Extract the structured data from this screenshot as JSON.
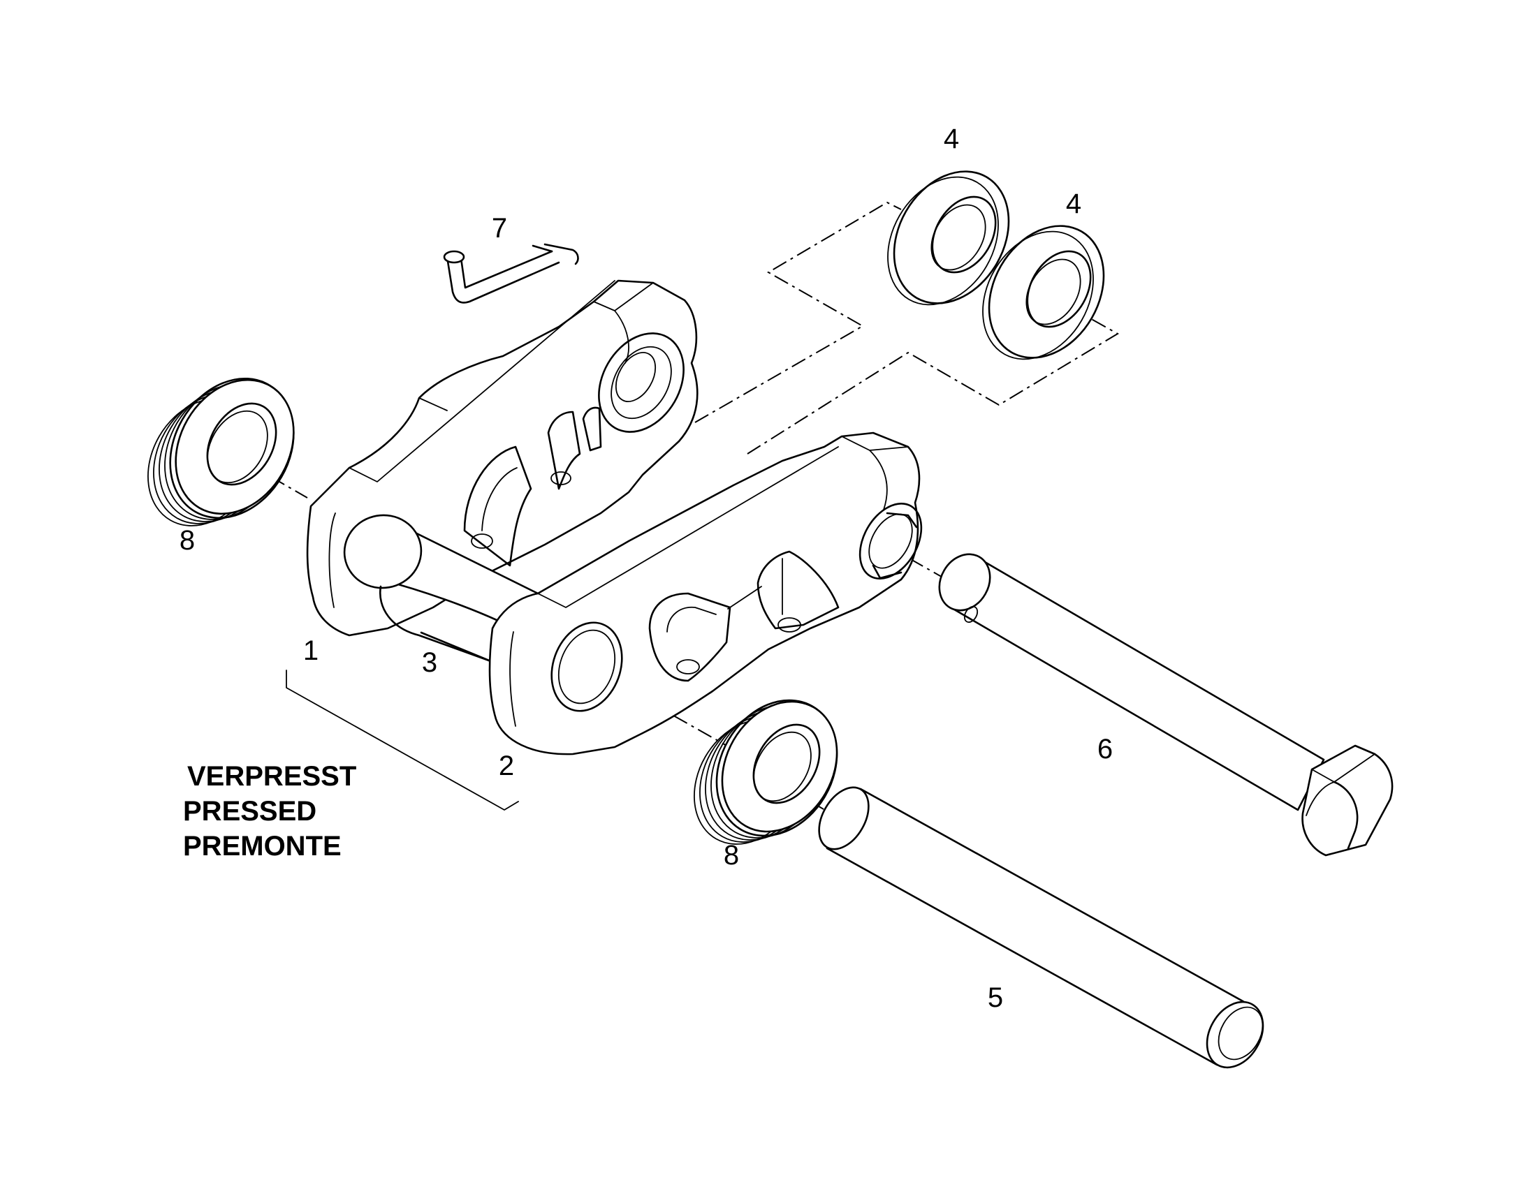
{
  "callouts": {
    "c1": "1",
    "c2": "2",
    "c3": "3",
    "c4a": "4",
    "c4b": "4",
    "c5": "5",
    "c6": "6",
    "c7": "7",
    "c8a": "8",
    "c8b": "8"
  },
  "note": {
    "line1": "VERPRESST",
    "line2": "PRESSED",
    "line3": "PREMONTE"
  }
}
